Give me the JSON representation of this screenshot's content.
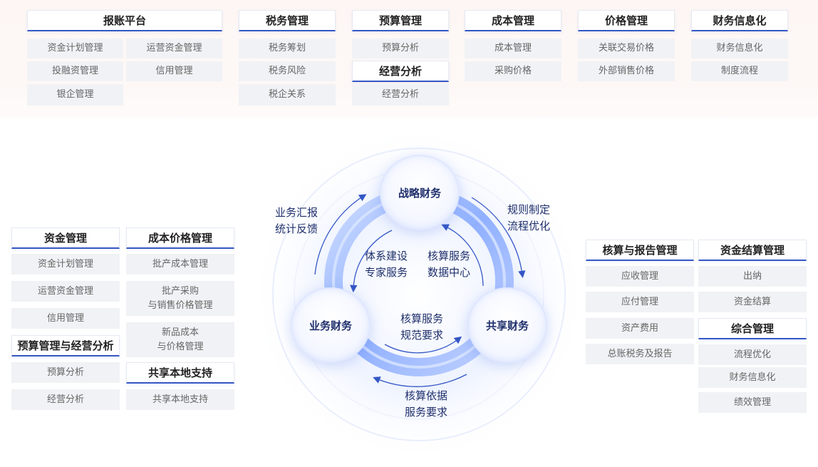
{
  "top": [
    {
      "header": "报账平台",
      "items": [
        "资金计划管理",
        "运营资金管理",
        "投融资管理",
        "信用管理",
        "银企管理"
      ]
    },
    {
      "header": "税务管理",
      "items": [
        "税务筹划",
        "税务风险",
        "税企关系"
      ]
    },
    {
      "header": "预算管理",
      "items": [
        "预算分析"
      ],
      "subheader": "经营分析",
      "subitems": [
        "经营分析"
      ]
    },
    {
      "header": "成本管理",
      "items": [
        "成本管理",
        "采购价格"
      ]
    },
    {
      "header": "价格管理",
      "items": [
        "关联交易价格",
        "外部销售价格"
      ]
    },
    {
      "header": "财务信息化",
      "items": [
        "财务信息化",
        "制度流程"
      ]
    }
  ],
  "left": {
    "col1": {
      "header": "资金管理",
      "items": [
        "资金计划管理",
        "运营资金管理",
        "信用管理"
      ],
      "header2": "预算管理与经营分析",
      "items2": [
        "预算分析",
        "经营分析"
      ]
    },
    "col2": {
      "header": "成本价格管理",
      "items": [
        "批产成本管理",
        "批产采购\n与销售价格管理",
        "新品成本\n与价格管理"
      ],
      "header2": "共享本地支持",
      "items2": [
        "共享本地支持"
      ]
    }
  },
  "right": {
    "col1": {
      "header": "核算与报告管理",
      "items": [
        "应收管理",
        "应付管理",
        "资产费用",
        "总账税务及报告"
      ]
    },
    "col2": {
      "header": "资金结算管理",
      "items": [
        "出纳",
        "资金结算"
      ],
      "header2": "综合管理",
      "items2": [
        "流程优化",
        "财务信息化",
        "绩效管理"
      ]
    }
  },
  "diagram": {
    "nodes": {
      "top": "战略财务",
      "left": "业务财务",
      "right": "共享财务"
    },
    "labels": {
      "top_left": "业务汇报\n统计反馈",
      "top_right": "规则制定\n流程优化",
      "bottom": "核算依据\n服务要求",
      "inner_left": "体系建设\n专家服务",
      "inner_right": "核算服务\n数据中心",
      "inner_bottom": "核算服务\n规范要求"
    }
  },
  "colors": {
    "accent": "#3457c6",
    "node_text": "#1f2f6b",
    "ring": "#8fb0ff",
    "item_bg": "#f1f2f5"
  }
}
